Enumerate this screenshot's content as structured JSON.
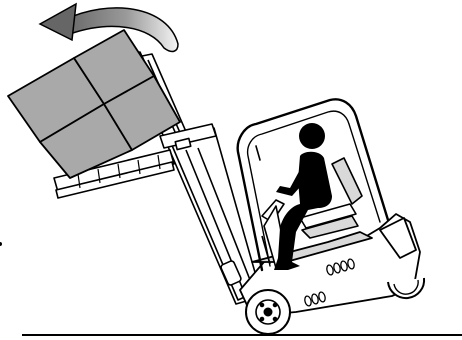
{
  "illustration": {
    "subject": "forklift-tip-over-warning",
    "icons": [
      "curved-arrow-icon",
      "pallet-load",
      "forklift",
      "operator-pictogram",
      "ground-line"
    ],
    "colors": {
      "outline": "#000000",
      "fill": "#ffffff",
      "load_gray": "#a9a9a9",
      "arrow_gray": "#6e6e6e",
      "arrow_light": "#e6e6e6",
      "cab_gray": "#d9d9d9"
    }
  }
}
